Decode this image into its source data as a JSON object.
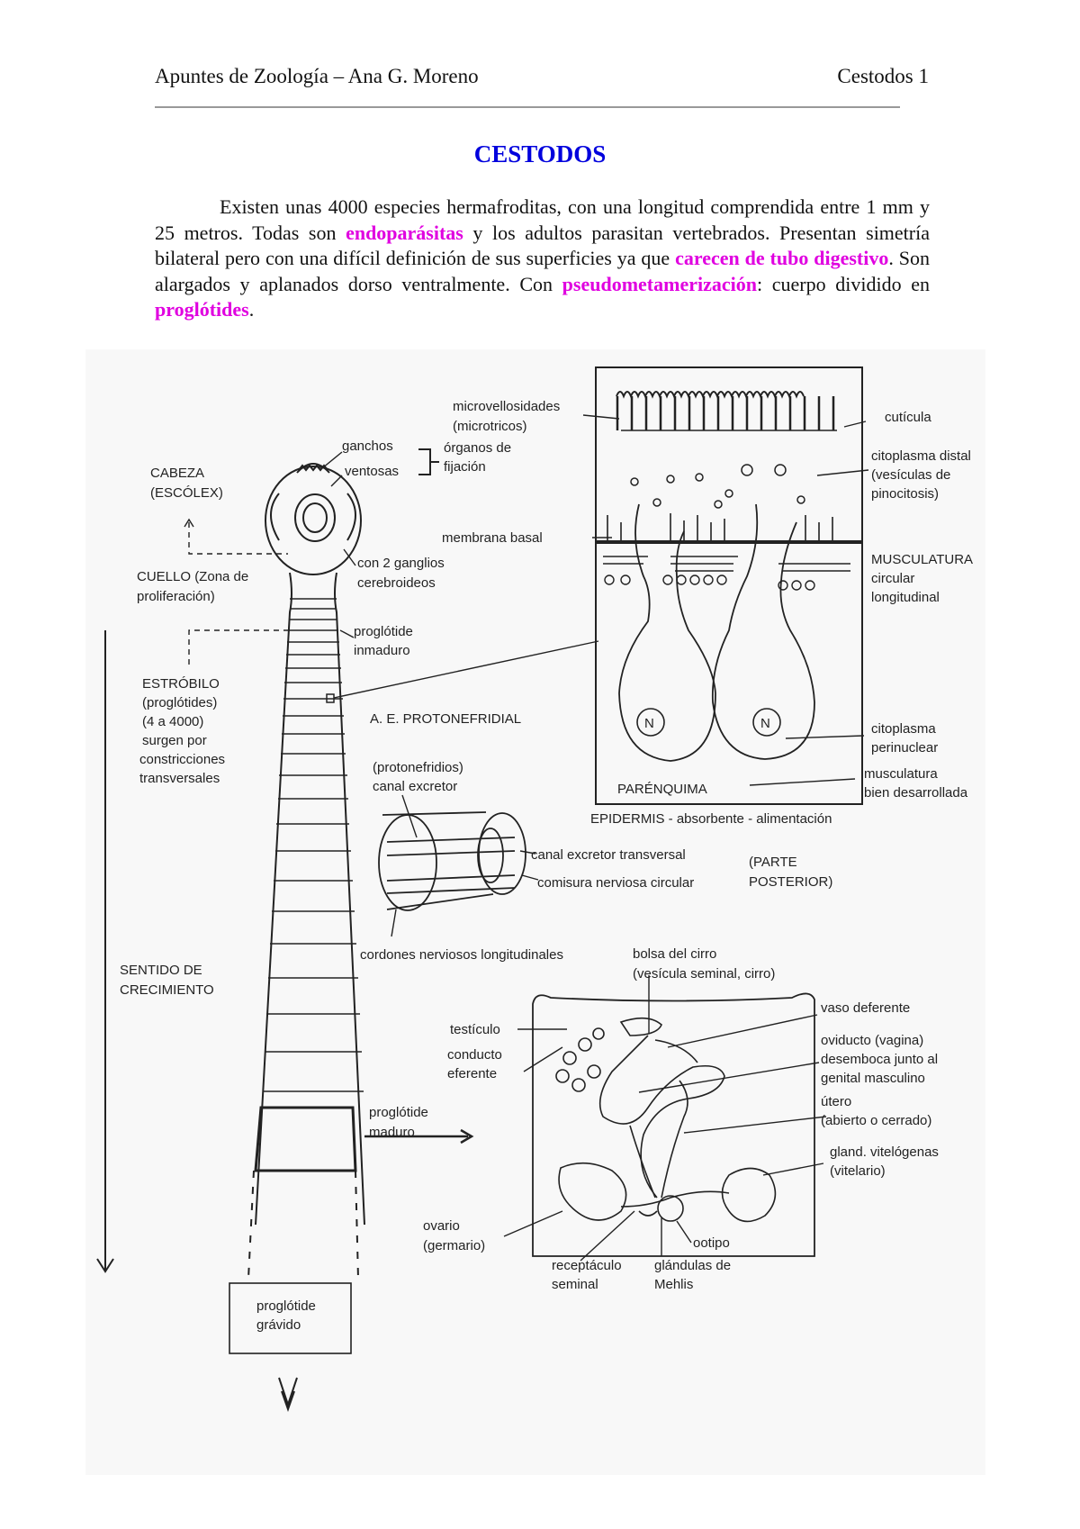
{
  "header": {
    "left": "Apuntes de Zoología – Ana G. Moreno",
    "right": "Cestodos 1"
  },
  "title": "CESTODOS",
  "intro": {
    "p1": "Existen unas 4000 especies hermafroditas, con una longitud comprendida entre 1 mm y 25 metros. Todas son ",
    "h1": "endoparásitas",
    "p2": " y los adultos parasitan vertebrados. Presentan simetría bilateral pero con una difícil definición de sus superficies ya que ",
    "h2": "carecen de tubo digestivo",
    "p3": ". Son alargados y aplanados dorso ventralmente. Con ",
    "h3": "pseudometamerización",
    "p4": ": cuerpo dividido en ",
    "h4": "proglótides",
    "p5": "."
  },
  "figure": {
    "cabeza_1": "CABEZA",
    "cabeza_2": "(ESCÓLEX)",
    "ganchos": "ganchos",
    "ventosas": "ventosas",
    "organos_1": "órganos de",
    "organos_2": "fijación",
    "cuello_1": "CUELLO (Zona de",
    "cuello_2": "proliferación)",
    "ganglios_1": "con 2 ganglios",
    "ganglios_2": "cerebroideos",
    "inmaduro_1": "proglótide",
    "inmaduro_2": "inmaduro",
    "estrobilo_1": "ESTRÓBILO",
    "estrobilo_2": "(proglótides)",
    "estrobilo_3": "(4 a 4000)",
    "estrobilo_4": "surgen por",
    "estrobilo_5": "constricciones",
    "estrobilo_6": "transversales",
    "sentido_1": "SENTIDO DE",
    "sentido_2": "CRECIMIENTO",
    "maduro_1": "proglótide",
    "maduro_2": "maduro",
    "gravido_1": "proglótide",
    "gravido_2": "grávido",
    "microvell_1": "microvellosidades",
    "microvell_2": "(microtricos)",
    "cuticula": "cutícula",
    "cito_distal_1": "citoplasma distal",
    "cito_distal_2": "(vesículas de",
    "cito_distal_3": "pinocitosis)",
    "membrana": "membrana basal",
    "muscul_1": "MUSCULATURA",
    "muscul_2": "circular",
    "muscul_3": "longitudinal",
    "cito_peri_1": "citoplasma",
    "cito_peri_2": "perinuclear",
    "musc_bien_1": "musculatura",
    "musc_bien_2": "bien desarrollada",
    "parenquima": "PARÉNQUIMA",
    "epidermis": "EPIDERMIS - absorbente - alimentación",
    "nucleus": "N",
    "ae_proto": "A. E. PROTONEFRIDIAL",
    "protoneph_1": "(protonefridios)",
    "protoneph_2": "canal excretor",
    "canal_transv": "canal excretor transversal",
    "comisura": "comisura nerviosa circular",
    "parte_1": "(PARTE",
    "parte_2": "POSTERIOR)",
    "cordones": "cordones nerviosos longitudinales",
    "bolsa_1": "bolsa del cirro",
    "bolsa_2": "(vesícula seminal, cirro)",
    "vaso": "vaso deferente",
    "testiculo": "testículo",
    "conducto_1": "conducto",
    "conducto_2": "eferente",
    "oviducto_1": "oviducto (vagina)",
    "oviducto_2": "desemboca junto al",
    "oviducto_3": "genital masculino",
    "utero_1": "útero",
    "utero_2": "(abierto o cerrado)",
    "gland_1": "gland. vitelógenas",
    "gland_2": "(vitelario)",
    "ovario_1": "ovario",
    "ovario_2": "(germario)",
    "ootipo": "ootipo",
    "recep_1": "receptáculo",
    "recep_2": "seminal",
    "mehlis_1": "glándulas de",
    "mehlis_2": "Mehlis"
  }
}
